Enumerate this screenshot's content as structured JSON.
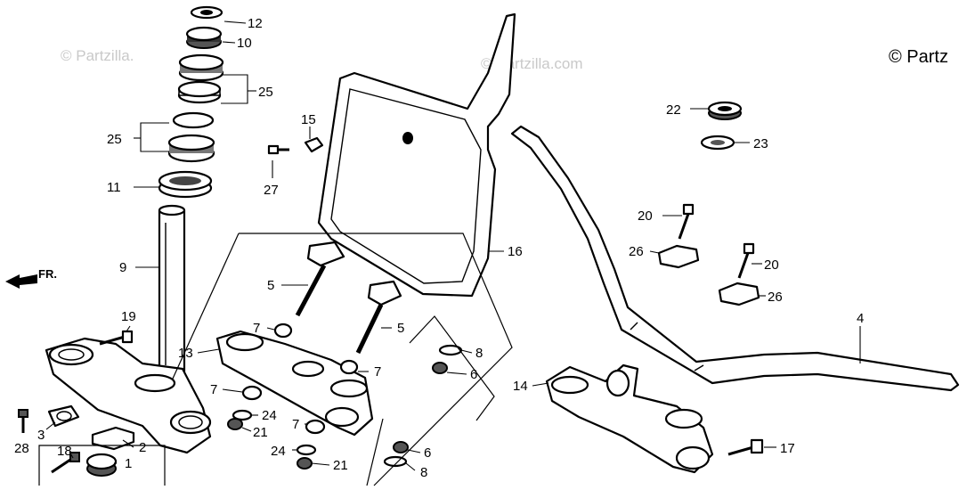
{
  "watermarks": [
    "© Partzilla.",
    "© Partzilla.com"
  ],
  "copyright": "© Partz",
  "direction_label": "FR.",
  "callouts": {
    "c12": "12",
    "c10": "10",
    "c25a": "25",
    "c25b": "25",
    "c11": "11",
    "c9": "9",
    "c19": "19",
    "c13": "13",
    "c28": "28",
    "c3": "3",
    "c18": "18",
    "c2": "2",
    "c1": "1",
    "c15": "15",
    "c27": "27",
    "c5a": "5",
    "c5b": "5",
    "c7a": "7",
    "c7b": "7",
    "c7c": "7",
    "c7d": "7",
    "c24a": "24",
    "c24b": "24",
    "c21a": "21",
    "c21b": "21",
    "c8a": "8",
    "c8b": "8",
    "c6a": "6",
    "c6b": "6",
    "c16": "16",
    "c22": "22",
    "c23": "23",
    "c20a": "20",
    "c20b": "20",
    "c26a": "26",
    "c26b": "26",
    "c4": "4",
    "c14": "14",
    "c17": "17"
  }
}
